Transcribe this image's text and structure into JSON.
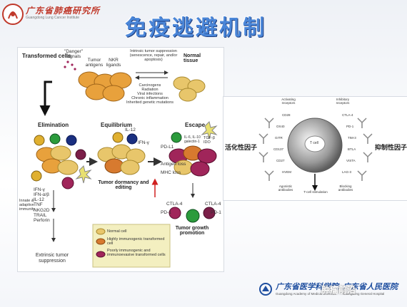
{
  "header": {
    "logo_cn": "广东省肺癌研究所",
    "logo_en": "Guangdong Lung Cancer Institute",
    "title": "免疫逃避机制"
  },
  "left_diagram": {
    "transformed_cells": "Transformed cells",
    "danger_signals": "\"Danger\" signals",
    "tumor_antigens": "Tumor antigens",
    "nkr_ligands": "NKR ligands",
    "intrinsic": "Intrinsic tumor suppression (senescence, repair, and/or apoptosis)",
    "normal_tissue": "Normal tissue",
    "causes": [
      "Carcinogens",
      "Radiation",
      "Viral infections",
      "Chronic inflammation",
      "Inherited genetic mutations"
    ],
    "elimination": "Elimination",
    "equilibrium": "Equilibrium",
    "escape": "Escape",
    "il12": "IL-12",
    "ifng": "IFN-γ",
    "tumor_dormancy": "Tumor dormancy and editing",
    "pdl1": "PD-L1",
    "il6_il10": "IL-6, IL-10 galectin-1",
    "tgfb_ido": "TGF-β IDO",
    "antigen_loss": "Antigen loss",
    "mhc_loss": "MHC loss",
    "elimination_factors": [
      "IFN-γ",
      "IFN-α/β",
      "IL-12",
      "TNF",
      "NKG2D",
      "TRAIL",
      "Perforin"
    ],
    "innate": "Innate & adaptive immunity",
    "extrinsic": "Extrinsic tumor suppression",
    "ctla4_a": "CTLA-4",
    "pd1_a": "PD-1",
    "ctla4_b": "CTLA-4",
    "pd1_b": "PD-1",
    "growth": "Tumor growth promotion",
    "legend": [
      {
        "label": "Normal cell",
        "color": "#e8c66b"
      },
      {
        "label": "Highly immunogenic transformed cell",
        "color": "#d77a2f"
      },
      {
        "label": "Poorly immunogenic and immunoevasive transformed cells",
        "color": "#a0255a"
      }
    ]
  },
  "right_diagram": {
    "left_label": "活化性因子",
    "right_label": "抑制性因子",
    "activating": "Activating receptors",
    "inhibitory": "Inhibitory receptors",
    "tcell": "T cell",
    "stimulation": "T-cell stimulation",
    "agonistic": "Agonistic antibodies",
    "blocking": "Blocking antibodies",
    "act_receptors": [
      "CD28",
      "OX40",
      "GITR",
      "CD137",
      "CD27",
      "HVEM"
    ],
    "inh_receptors": [
      "CTLA-4",
      "PD-1",
      "TIM-3",
      "BTLA",
      "VISTA",
      "LAG-3"
    ]
  },
  "footer": {
    "academy_cn": "广东省医学科学院",
    "academy_en": "Guangdong Academy of Medical Sciences",
    "hospital_cn": "广东省人民医院",
    "hospital_en": "Guangdong General Hospital",
    "watermark": "肿瘤前沿"
  }
}
